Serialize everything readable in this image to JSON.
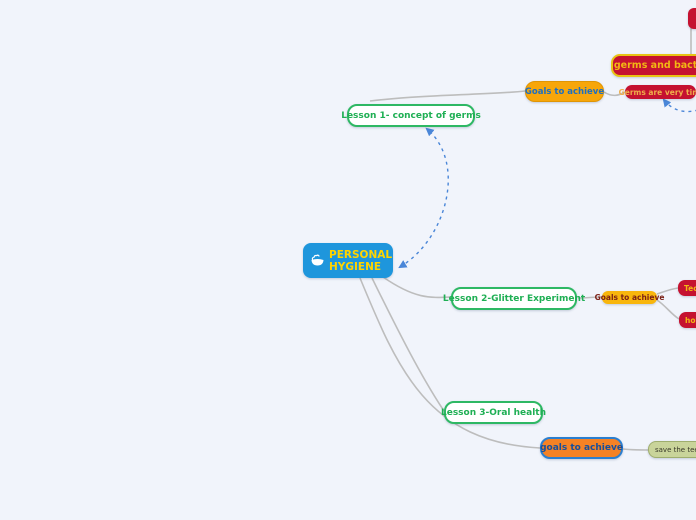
{
  "canvas": {
    "background": "#f1f4fb"
  },
  "root": {
    "line1": "PERSONAL",
    "line2": "HYGIENE",
    "icon": "soap-icon",
    "fill": "#1e96dc",
    "text_color": "#ffd400"
  },
  "nodes": {
    "lesson1": {
      "label": "Lesson 1- concept of germs",
      "text_color": "#1faf54",
      "border_color": "#2eb864",
      "fill": "#ffffff"
    },
    "goals1": {
      "label": "Goals to achieve",
      "fill": "#f7a60a",
      "text_color": "#1d6fc2"
    },
    "germs_bacteria": {
      "label": "germs and bacteria",
      "fill": "#c51230",
      "border_color": "#e8c414",
      "text_color": "#f2b714"
    },
    "germs_tiny": {
      "label": "Germs are very tiny",
      "fill": "#c51230",
      "text_color": "#efae4a"
    },
    "offscreen_top": {
      "label": "",
      "fill": "#c51230"
    },
    "lesson2": {
      "label": "Lesson 2-Glitter Experiment",
      "text_color": "#1faf54",
      "border_color": "#2eb864",
      "fill": "#ffffff"
    },
    "goals2": {
      "label": "Goals to achieve",
      "fill": "#f8b60d",
      "text_color": "#7a1f15"
    },
    "techniques": {
      "label": "Techn",
      "fill": "#c51230",
      "text_color": "#f2b714"
    },
    "how_germs": {
      "label": "how g",
      "fill": "#c51230",
      "text_color": "#f2b714"
    },
    "lesson3": {
      "label": "Lesson 3-Oral health",
      "text_color": "#1faf54",
      "border_color": "#2eb864",
      "fill": "#ffffff"
    },
    "goals3": {
      "label": "goals to achieve",
      "fill": "#f58225",
      "border_color": "#2b7fd0",
      "text_color": "#174f9c"
    },
    "save_teeth": {
      "label": "save the teeth f",
      "fill": "#c9d49a",
      "text_color": "#3a3a2a"
    }
  },
  "connectors": {
    "tree_color": "#bdbdbd",
    "relationship_color": "#4a86d8"
  }
}
